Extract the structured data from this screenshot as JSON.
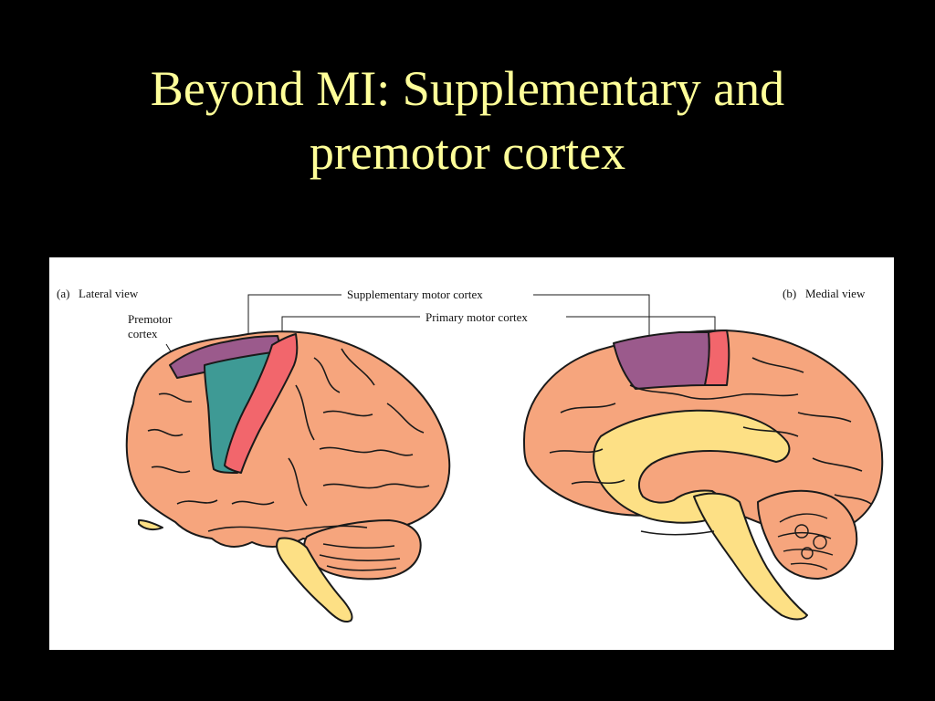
{
  "title": {
    "line1": "Beyond MI: Supplementary and",
    "line2": "premotor cortex"
  },
  "colors": {
    "background": "#000000",
    "title": "#ffff99",
    "brain": "#f6a57d",
    "supplementary": "#9b5a8c",
    "premotor": "#3e9a95",
    "primary": "#f2666c",
    "brainstem": "#fde085",
    "outline": "#1a1a1a"
  },
  "figure": {
    "panel_a": {
      "letter": "(a)",
      "label": "Lateral view"
    },
    "panel_b": {
      "letter": "(b)",
      "label": "Medial view"
    },
    "labels": {
      "premotor_line1": "Premotor",
      "premotor_line2": "cortex",
      "supplementary": "Supplementary motor cortex",
      "primary": "Primary motor cortex"
    }
  }
}
